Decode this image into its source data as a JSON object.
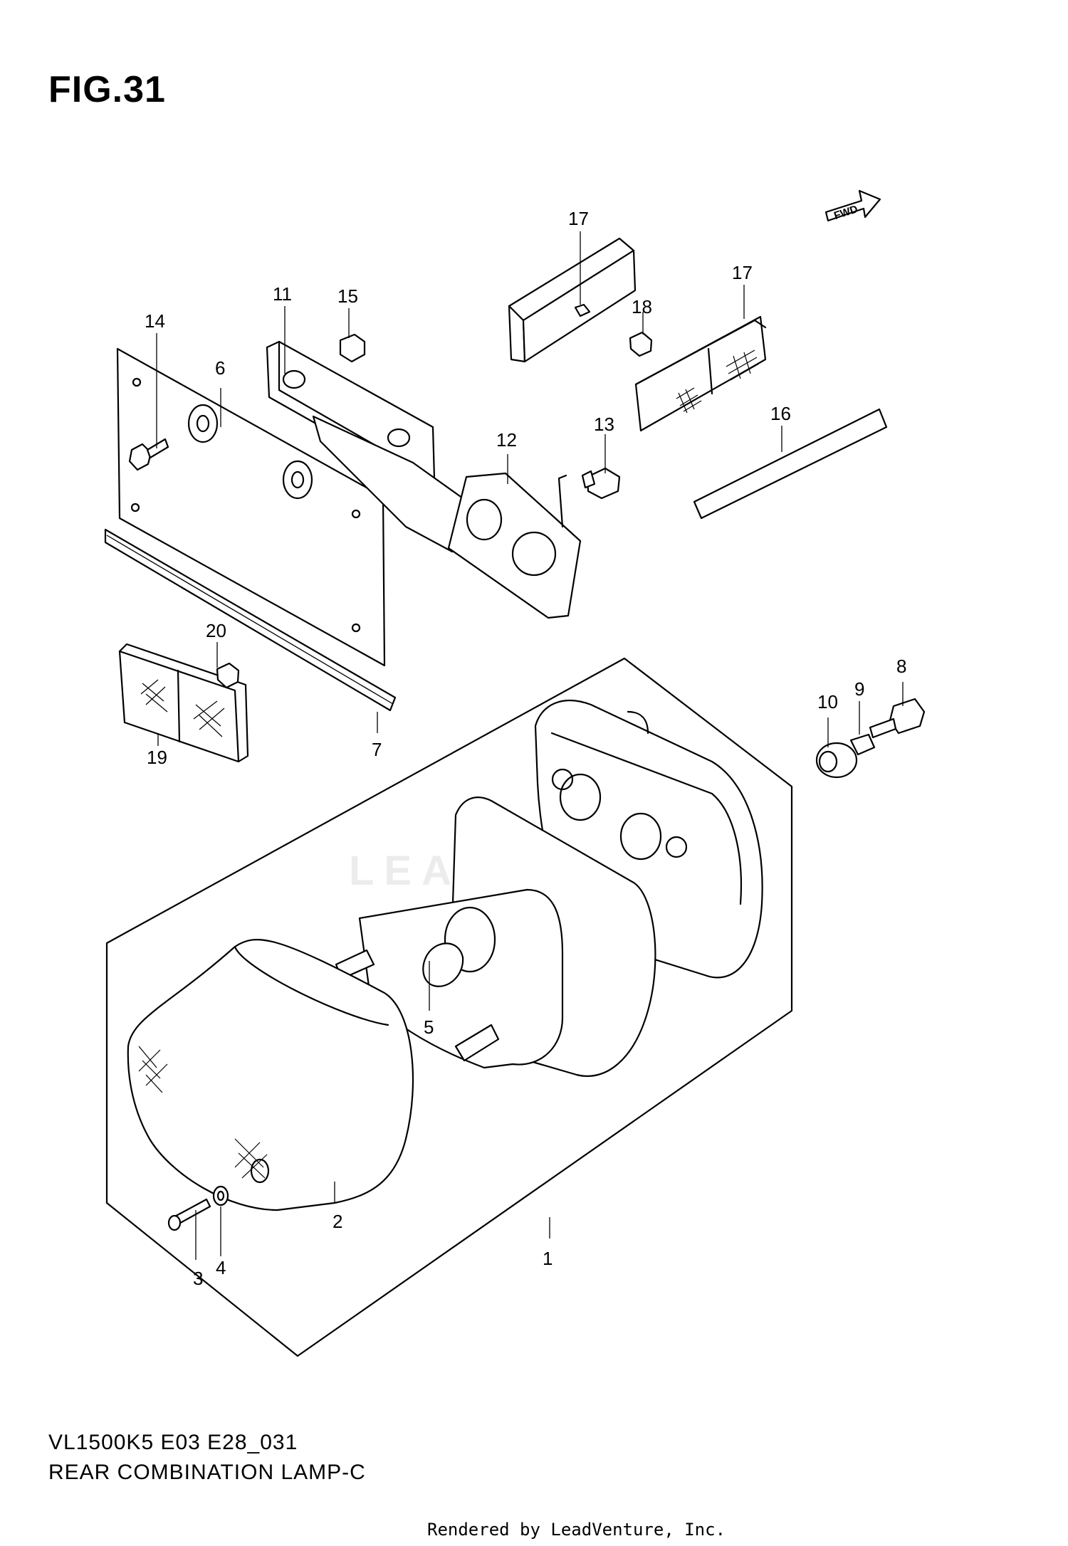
{
  "figure_label": "FIG.31",
  "model_code": "VL1500K5  E03  E28_031",
  "caption": "REAR COMBINATION LAMP-C",
  "render_credit": "Rendered by LeadVenture, Inc.",
  "watermark": "LEADVENTURE",
  "direction_badge": "FWD",
  "callouts": [
    "1",
    "2",
    "3",
    "4",
    "5",
    "6",
    "7",
    "8",
    "9",
    "10",
    "11",
    "12",
    "13",
    "14",
    "15",
    "16",
    "17",
    "17",
    "18",
    "19",
    "20"
  ]
}
